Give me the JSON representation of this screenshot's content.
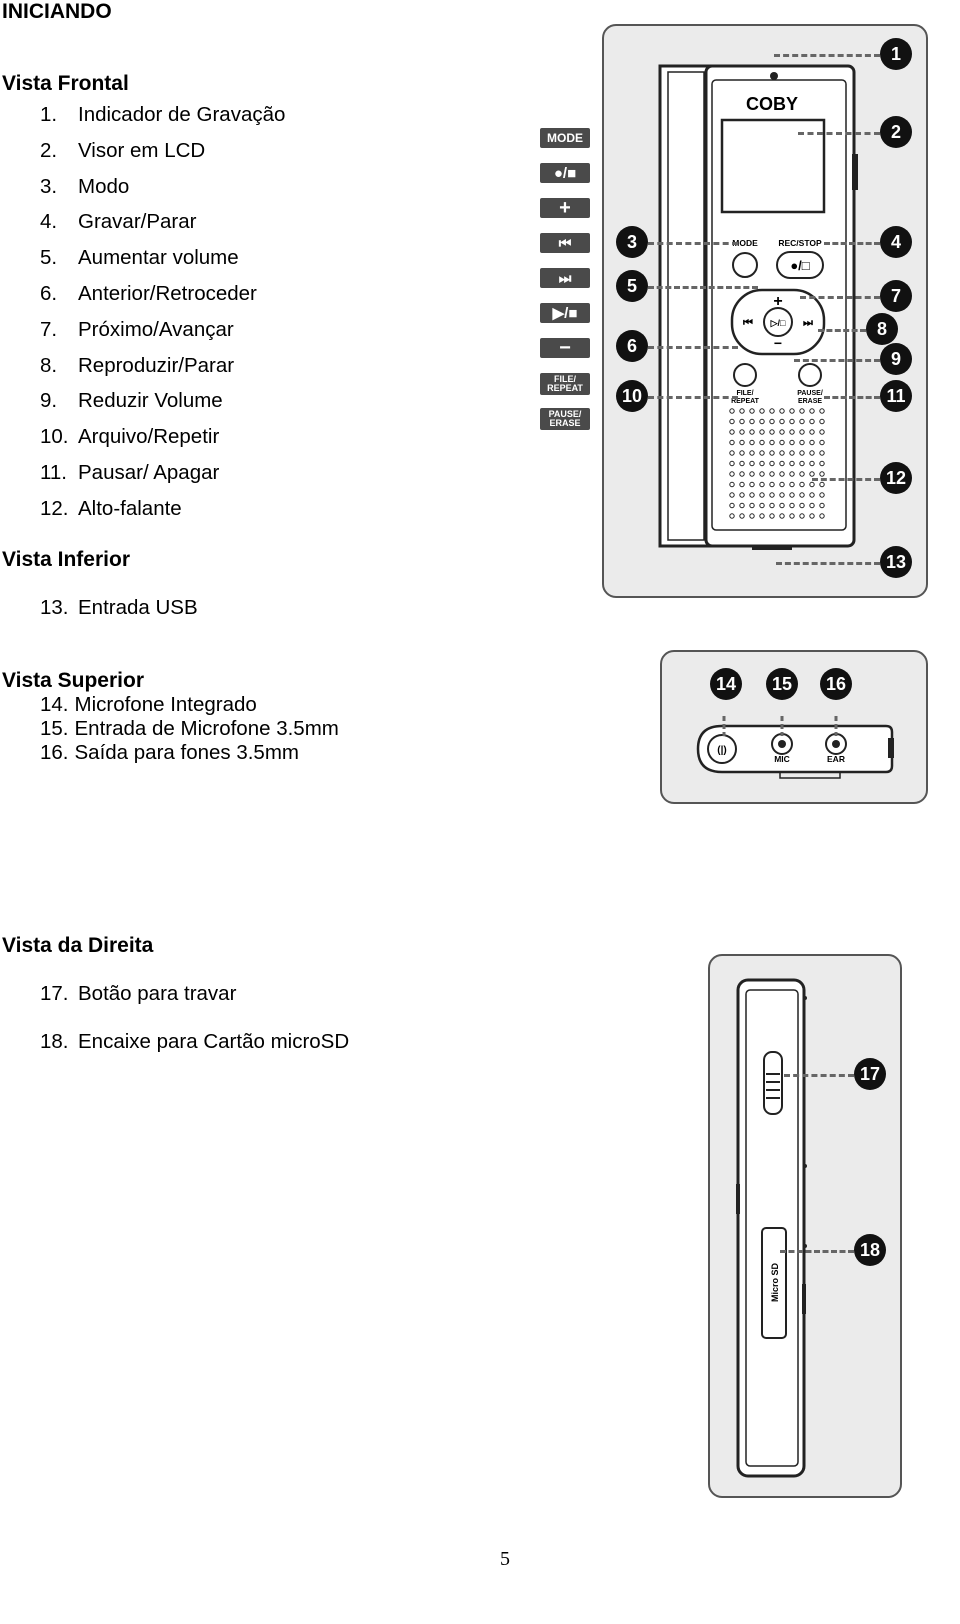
{
  "title": "INICIANDO",
  "front": {
    "heading": "Vista Frontal",
    "items": [
      {
        "n": "1.",
        "t": "Indicador de Gravação"
      },
      {
        "n": "2.",
        "t": "Visor em LCD"
      },
      {
        "n": "3.",
        "t": "Modo"
      },
      {
        "n": "4.",
        "t": "Gravar/Parar"
      },
      {
        "n": "5.",
        "t": "Aumentar volume"
      },
      {
        "n": "6.",
        "t": "Anterior/Retroceder"
      },
      {
        "n": "7.",
        "t": "Próximo/Avançar"
      },
      {
        "n": "8.",
        "t": "Reproduzir/Parar"
      },
      {
        "n": "9.",
        "t": "Reduzir Volume"
      },
      {
        "n": "10.",
        "t": "Arquivo/Repetir"
      },
      {
        "n": "11.",
        "t": "Pausar/ Apagar"
      },
      {
        "n": "12.",
        "t": "Alto-falante"
      }
    ]
  },
  "bottom": {
    "heading": "Vista Inferior",
    "items": [
      {
        "n": "13.",
        "t": "Entrada USB"
      }
    ]
  },
  "top": {
    "heading": "Vista Superior",
    "items": [
      {
        "n": "14.",
        "t": "Microfone Integrado"
      },
      {
        "n": "15.",
        "t": "Entrada de Microfone 3.5mm"
      },
      {
        "n": "16.",
        "t": "Saída para fones 3.5mm"
      }
    ]
  },
  "right": {
    "heading": "Vista da Direita",
    "items": [
      {
        "n": "17.",
        "t": "Botão para travar"
      },
      {
        "n": "18.",
        "t": "Encaixe para Cartão microSD"
      }
    ]
  },
  "legend_pills": {
    "mode": "MODE",
    "rec": "●/■",
    "plus": "+",
    "prev": "⏮",
    "next": "⏭",
    "play": "▶/■",
    "minus": "−",
    "file": "FILE/ REPEAT",
    "pause": "PAUSE/ ERASE"
  },
  "device": {
    "brand": "COBY",
    "mode": "MODE",
    "rec_stop": "REC/STOP",
    "file": "FILE/",
    "repeat": "REPEAT",
    "pause": "PAUSE/",
    "erase": "ERASE",
    "mic": "MIC",
    "ear": "EAR",
    "micro_sd": "Micro SD"
  },
  "callouts": [
    "1",
    "2",
    "3",
    "4",
    "5",
    "6",
    "7",
    "8",
    "9",
    "10",
    "11",
    "12",
    "13",
    "14",
    "15",
    "16",
    "17",
    "18"
  ],
  "page_number": "5"
}
